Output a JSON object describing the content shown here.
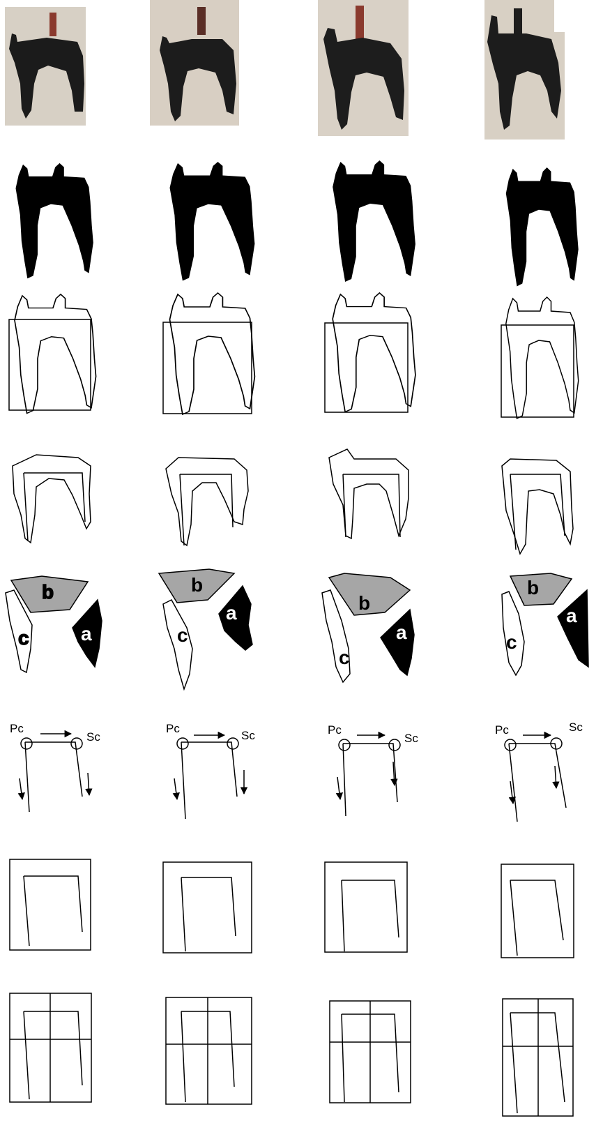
{
  "colors": {
    "ink": "#1a1a1a",
    "paper": "#d9d2c7",
    "red_ink": "#8a3a2e",
    "segment_b_fill": "#a6a6a6",
    "segment_a_fill": "#000000",
    "segment_c_fill": "#ffffff"
  },
  "rows": [
    {
      "name": "photograph"
    },
    {
      "name": "binary-silhouette"
    },
    {
      "name": "contour-with-bounding-box"
    },
    {
      "name": "contour-with-skeleton"
    },
    {
      "name": "stroke-segmentation"
    },
    {
      "name": "stroke-direction"
    },
    {
      "name": "skeleton-in-box"
    },
    {
      "name": "skeleton-in-grid"
    }
  ],
  "segments": {
    "a": "a",
    "b": "b",
    "c": "c"
  },
  "points": {
    "primary": "Pc",
    "secondary": "Sc"
  }
}
